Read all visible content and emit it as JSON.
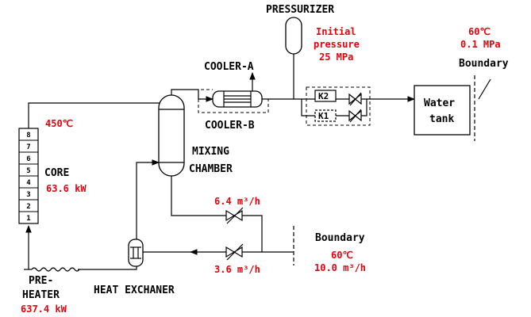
{
  "labels": {
    "pressurizer": "PRESSURIZER",
    "initial_pressure_line1": "Initial",
    "initial_pressure_line2": "pressure",
    "initial_pressure_value": "25 MPa",
    "cooler_a": "COOLER-A",
    "cooler_b": "COOLER-B",
    "mixing_line1": "MIXING",
    "mixing_line2": "CHAMBER",
    "core": "CORE",
    "core_power": "63.6 kW",
    "core_temp": "450℃",
    "k1": "K1",
    "k2": "K2",
    "water_tank_line1": "Water",
    "water_tank_line2": "tank",
    "boundary_top": "Boundary",
    "boundary_top_temp": "60℃",
    "boundary_top_pressure": "0.1 MPa",
    "boundary_bottom": "Boundary",
    "boundary_bottom_temp": "60℃",
    "boundary_bottom_flow": "10.0 m³/h",
    "flow_upper": "6.4 m³/h",
    "flow_lower": "3.6 m³/h",
    "preheater_line1": "PRE-",
    "preheater_line2": "HEATER",
    "preheater_power": "637.4 kW",
    "heat_exchanger": "HEAT EXCHANER"
  },
  "core_sections": [
    "8",
    "7",
    "6",
    "5",
    "4",
    "3",
    "2",
    "1"
  ],
  "colors": {
    "line": "#000000",
    "highlight": "#e8000b"
  }
}
